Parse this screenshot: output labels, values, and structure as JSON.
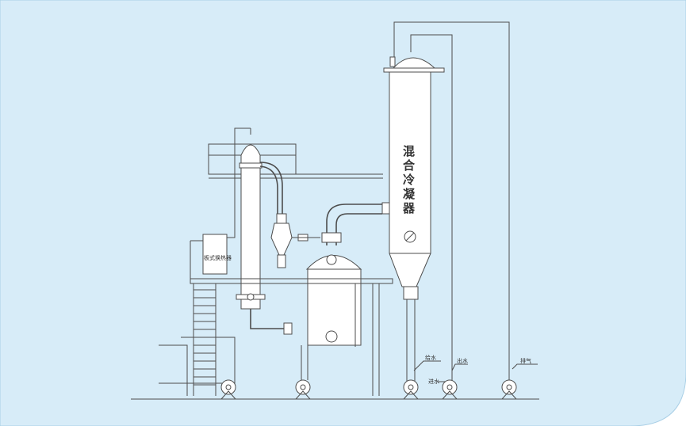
{
  "colors": {
    "background": "#d7ecf8",
    "line": "#4d4d4d",
    "frame": "#a9cfe6"
  },
  "labels": {
    "condenser_title": "混合冷凝器",
    "heat_exchanger": "板式换热器",
    "water_supply": "给水",
    "water_outlet": "出水",
    "water_inlet": "进水",
    "vent": "排气"
  }
}
